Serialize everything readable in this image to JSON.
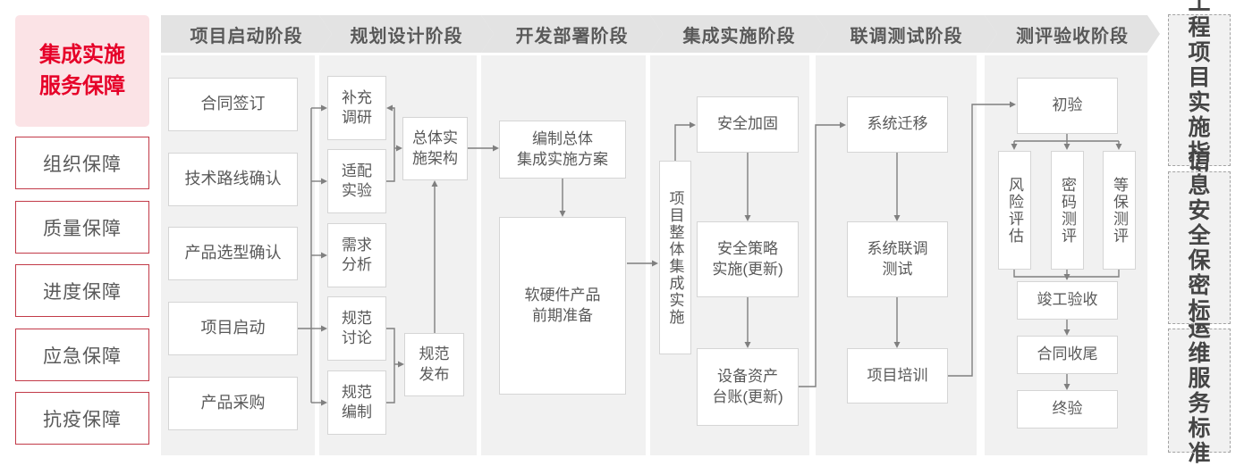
{
  "sidebar": {
    "title": "集成实施\n服务保障",
    "items": [
      "组织保障",
      "质量保障",
      "进度保障",
      "应急保障",
      "抗疫保障"
    ]
  },
  "phases": [
    "项目启动阶段",
    "规划设计阶段",
    "开发部署阶段",
    "集成实施阶段",
    "联调测试阶段",
    "测评验收阶段"
  ],
  "launch_phase": {
    "contract_signing": "合同签订",
    "tech_route_confirm": "技术路线确认",
    "product_selection_confirm": "产品选型确认",
    "project_kickoff": "项目启动",
    "product_procurement": "产品采购"
  },
  "planning_phase": {
    "supplementary_research": "补充\n调研",
    "adaptation_test": "适配\n实验",
    "requirement_analysis": "需求\n分析",
    "spec_discussion": "规范\n讨论",
    "spec_drafting": "规范\n编制",
    "overall_architecture": "总体实\n施架构",
    "spec_release": "规范\n发布"
  },
  "development_phase": {
    "overall_plan": "编制总体\n集成实施方案",
    "product_preparation": "软硬件产品\n前期准备"
  },
  "integration_phase": {
    "overall_integration": "项目整体集成实施",
    "security_hardening": "安全加固",
    "security_policy": "安全策略\n实施(更新)",
    "asset_ledger": "设备资产\n台账(更新)"
  },
  "testing_phase": {
    "system_migration": "系统迁移",
    "joint_testing": "系统联调\n测试",
    "project_training": "项目培训"
  },
  "acceptance_phase": {
    "initial_acceptance": "初验",
    "risk_assessment": "风险评估",
    "crypto_evaluation": "密码测评",
    "classified_evaluation": "等保测评",
    "completion_acceptance": "竣工验收",
    "contract_closure": "合同收尾",
    "final_acceptance": "终验"
  },
  "standards": [
    "工程项目实施指引",
    "信息安全保密标准",
    "运维服务标准"
  ],
  "colors": {
    "accent_red": "#e60028",
    "border_red": "#c23a48",
    "pink_bg": "#fbe3e6",
    "panel_gray": "#f1f1f1",
    "header_gray": "#e3e3e3",
    "text_gray": "#595959",
    "line_gray": "#7f7f7f"
  }
}
